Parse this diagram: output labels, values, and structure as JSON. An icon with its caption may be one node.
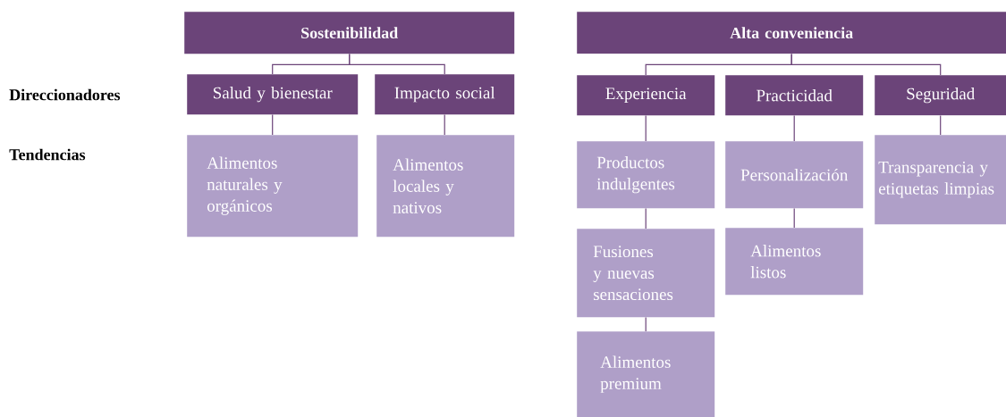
{
  "diagram": {
    "nodes": [
      {
        "text": [
          "Sostenibilidad"
        ]
      },
      {
        "text": [
          "Alta conveniencia"
        ]
      },
      {
        "text": [
          "Salud y bienestar"
        ]
      },
      {
        "text": [
          "Impacto social"
        ]
      },
      {
        "text": [
          "Experiencia"
        ]
      },
      {
        "text": [
          "Practicidad"
        ]
      },
      {
        "text": [
          "Seguridad"
        ]
      },
      {
        "text": [
          "Alimentos naturales y orgánicos"
        ]
      },
      {
        "text": [
          "Alimentos locales y nativos"
        ]
      },
      {
        "text": [
          "Productos indulgentes"
        ]
      },
      {
        "text": [
          "Personalización"
        ]
      },
      {
        "text": [
          "Transparencia y etiquetas limpias"
        ]
      },
      {
        "text": [
          "Fusiones y nuevas sensaciones"
        ]
      },
      {
        "text": [
          "Alimentos listos"
        ]
      },
      {
        "text": [
          "Alimentos premium"
        ]
      }
    ],
    "edges": [
      {
        "from": 0,
        "to": 2,
        "arrow": "none"
      },
      {
        "from": 0,
        "to": 3,
        "arrow": "none"
      },
      {
        "from": 1,
        "to": 4,
        "arrow": "none"
      },
      {
        "from": 1,
        "to": 6,
        "arrow": "none"
      },
      {
        "from": 2,
        "to": 7,
        "arrow": "none"
      },
      {
        "from": 3,
        "to": 8,
        "arrow": "none"
      },
      {
        "from": 4,
        "to": 9,
        "arrow": "none"
      },
      {
        "from": 9,
        "to": 12,
        "arrow": "none"
      },
      {
        "from": 12,
        "to": 14,
        "arrow": "none"
      },
      {
        "from": 5,
        "to": 10,
        "arrow": "none"
      },
      {
        "from": 10,
        "to": 13,
        "arrow": "none"
      },
      {
        "from": 6,
        "to": 11,
        "arrow": "none"
      }
    ],
    "labels": [
      "Direccionadores",
      "Tendencias"
    ]
  }
}
